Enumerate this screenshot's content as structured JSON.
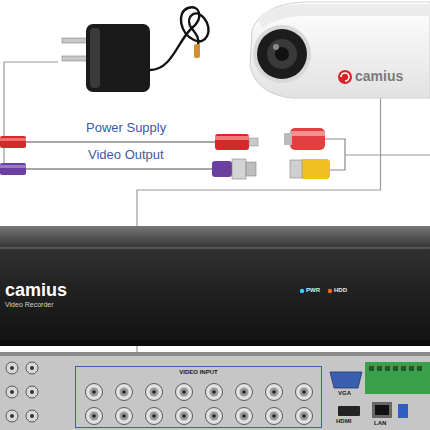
{
  "diagram": {
    "nodes": [
      {
        "text": [
          "camius"
        ]
      },
      {
        "text": [
          "camius",
          "Video Recorder"
        ]
      },
      {
        "text": [
          "VIDEO INPUT"
        ]
      }
    ],
    "edges": [
      {
        "from": 0,
        "to": 2,
        "arrow": "none"
      }
    ],
    "labels": [
      "Power Supply",
      "Video Output",
      "PWR",
      "HDD",
      "VGA",
      "HDMI",
      "LAN"
    ]
  }
}
